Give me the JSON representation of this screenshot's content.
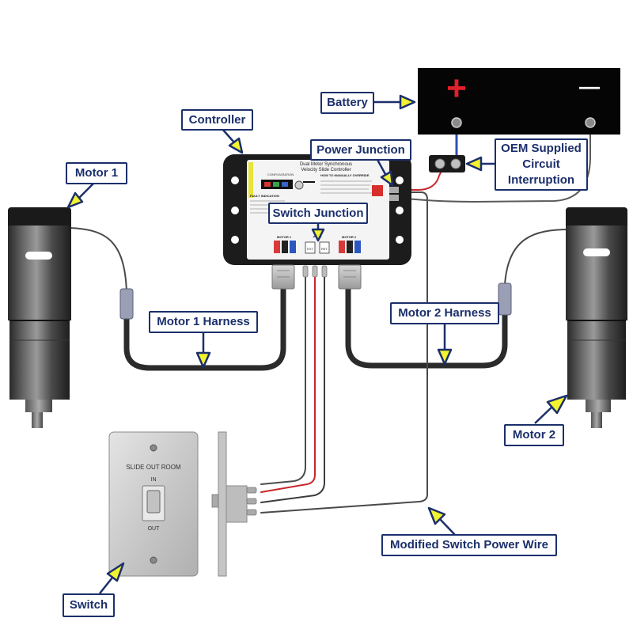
{
  "callouts": {
    "battery": "Battery",
    "controller": "Controller",
    "power_junction": "Power Junction",
    "oem_line1": "OEM Supplied",
    "oem_line2": "Circuit",
    "oem_line3": "Interruption",
    "motor1": "Motor 1",
    "switch_junction": "Switch Junction",
    "motor1_harness": "Motor 1 Harness",
    "motor2_harness": "Motor 2 Harness",
    "motor2": "Motor 2",
    "modified_wire": "Modified Switch Power Wire",
    "switch": "Switch"
  },
  "battery": {
    "positive": "+",
    "negative": "—"
  },
  "controller": {
    "title_line1": "Dual Motor Synchronous",
    "title_line2": "Velocity Slide Controller",
    "configuration": "CONFIGURATION",
    "fault_indication": "FAULT INDICATION",
    "manual_override": "HOW TO MANUALLY OVERRIDE",
    "motor1_label": "MOTOR 1",
    "motor2_label": "MOTOR 2",
    "ext": "EXT",
    "ret": "RET"
  },
  "switch_plate": {
    "title": "SLIDE OUT ROOM",
    "in_label": "IN",
    "out_label": "OUT"
  },
  "colors": {
    "callout_border": "#1b2f6b",
    "callout_text": "#1b2f6b",
    "arrow_fill": "#f2f230",
    "battery": "#050505",
    "positive": "#e0202a",
    "red_wire": "#c8262b",
    "wire": "#555555"
  }
}
